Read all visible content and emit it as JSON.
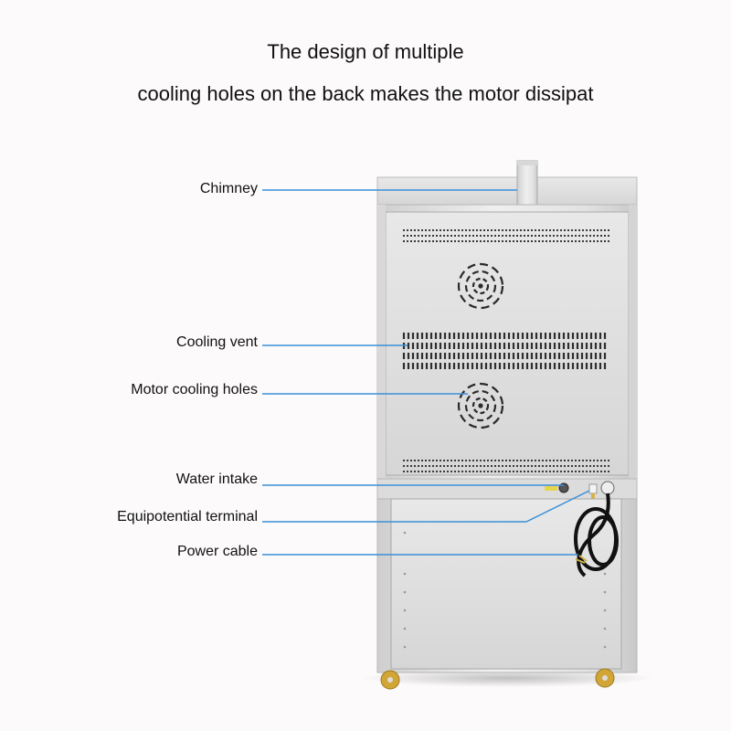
{
  "heading": {
    "line1": "The design of multiple",
    "line2": "cooling holes on the back makes the motor dissipat"
  },
  "callouts": [
    {
      "label": "Chimney",
      "target": "chimney"
    },
    {
      "label": "Cooling vent",
      "target": "cooling-vent"
    },
    {
      "label": "Motor cooling holes",
      "target": "motor-cooling-holes"
    },
    {
      "label": "Water intake",
      "target": "water-intake"
    },
    {
      "label": "Equipotential terminal",
      "target": "equipotential-terminal"
    },
    {
      "label": "Power cable",
      "target": "power-cable"
    }
  ],
  "colors": {
    "leader_line": "#3a8fd8",
    "steel_light": "#e4e4e4",
    "steel_mid": "#cfcfcf",
    "background": "#fcfafa"
  }
}
